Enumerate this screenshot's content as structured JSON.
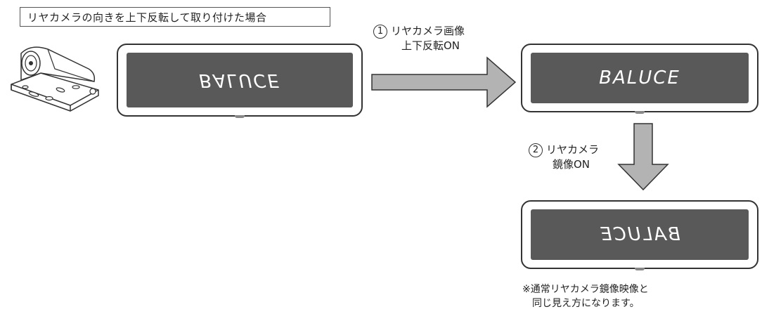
{
  "title": "リヤカメラの向きを上下反転して取り付けた場合",
  "mirror_brand_text": "BALUCE",
  "step1": {
    "number": "1",
    "line1": "リヤカメラ画像",
    "line2": "上下反転ON"
  },
  "step2": {
    "number": "2",
    "line1": "リヤカメラ",
    "line2": "鏡像ON"
  },
  "note": {
    "line1": "※通常リヤカメラ鏡像映像と",
    "line2": "同じ見え方になります。"
  },
  "colors": {
    "screen": "#595959",
    "arrow_fill": "#b3b3b3",
    "outline": "#333333"
  }
}
